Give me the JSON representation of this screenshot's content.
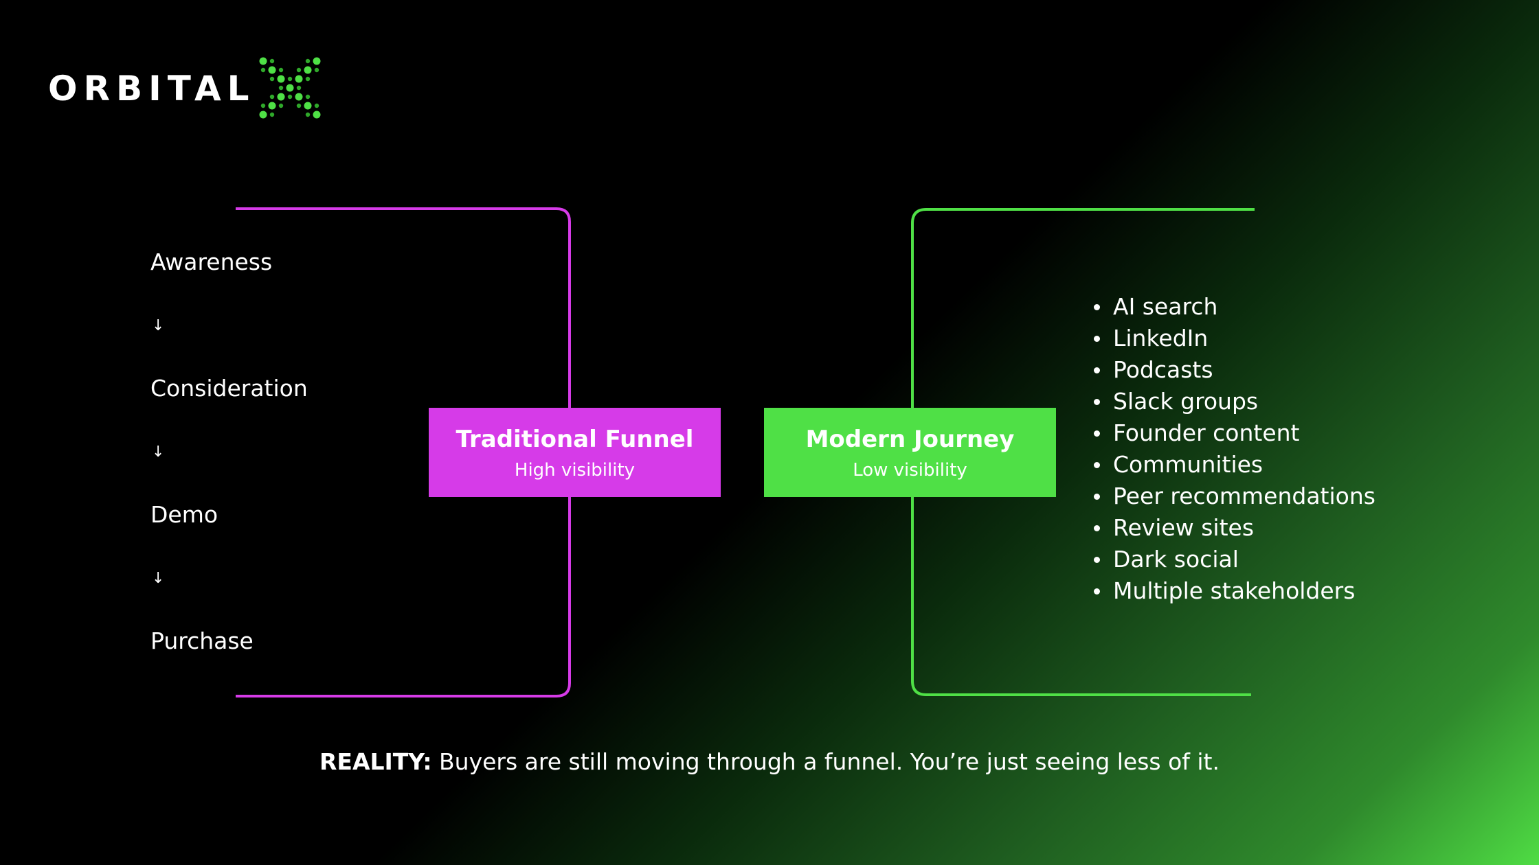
{
  "colors": {
    "funnel": "#d63be8",
    "journey": "#4fe046",
    "background": "#000000",
    "text": "#ffffff"
  },
  "logo": {
    "wordmark": "ORBITAL",
    "mark_icon": "dotted-x-icon"
  },
  "funnel": {
    "stages": [
      "Awareness",
      "Consideration",
      "Demo",
      "Purchase"
    ],
    "arrow": "↓",
    "title": "Traditional Funnel",
    "subtitle": "High visibility"
  },
  "journey": {
    "title": "Modern Journey",
    "subtitle": "Low visibility",
    "channels": [
      "AI search",
      "LinkedIn",
      "Podcasts",
      "Slack groups",
      "Founder content",
      "Communities",
      "Peer recommendations",
      "Review sites",
      "Dark social",
      "Multiple stakeholders"
    ]
  },
  "footer": {
    "label": "REALITY:",
    "text": " Buyers are still moving through a funnel. You’re just seeing less of it."
  }
}
